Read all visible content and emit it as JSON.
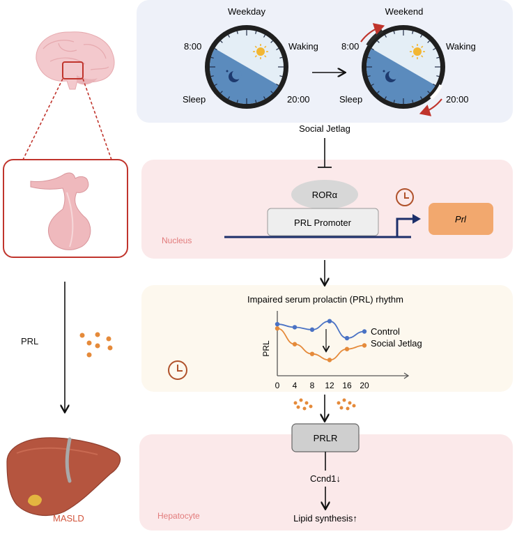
{
  "top": {
    "weekday_label": "Weekday",
    "weekend_label": "Weekend",
    "time_8": "8:00",
    "time_20": "20:00",
    "waking_label": "Waking",
    "sleep_label": "Sleep",
    "social_jetlag": "Social Jetlag"
  },
  "nucleus": {
    "label": "Nucleus",
    "ror_label": "RORα",
    "promoter_label": "PRL Promoter",
    "gene_label": "Prl"
  },
  "serum": {
    "title": "Impaired serum prolactin (PRL) rhythm",
    "legend_control": "Control",
    "legend_jetlag": "Social Jetlag"
  },
  "left": {
    "prl_label": "PRL",
    "masld_label": "MASLD"
  },
  "hepatocyte": {
    "label": "Hepatocyte",
    "receptor_label": "PRLR",
    "ccnd1_label": "Ccnd1↓",
    "lipid_label": "Lipid synthesis↑"
  },
  "colors": {
    "top_panel": "#eef1f9",
    "nucleus_panel": "#fbe9ea",
    "serum_panel": "#fdf8ee",
    "hepatocyte_panel": "#fbe9ea",
    "control_line": "#4a72c4",
    "jetlag_line": "#e58a3a",
    "gene_box": "#f2a86e",
    "clock_icon": "#b0522b",
    "outline_red": "#c0342c"
  },
  "chart_data": {
    "type": "line",
    "x": [
      0,
      4,
      8,
      12,
      16,
      20
    ],
    "ylabel": "PRL",
    "series": [
      {
        "name": "Control",
        "values": [
          8.5,
          8.0,
          7.6,
          9.0,
          6.2,
          7.3
        ]
      },
      {
        "name": "Social Jetlag",
        "values": [
          7.8,
          5.2,
          3.6,
          2.6,
          4.4,
          5.0
        ]
      }
    ],
    "ylim": [
      0,
      10
    ]
  }
}
